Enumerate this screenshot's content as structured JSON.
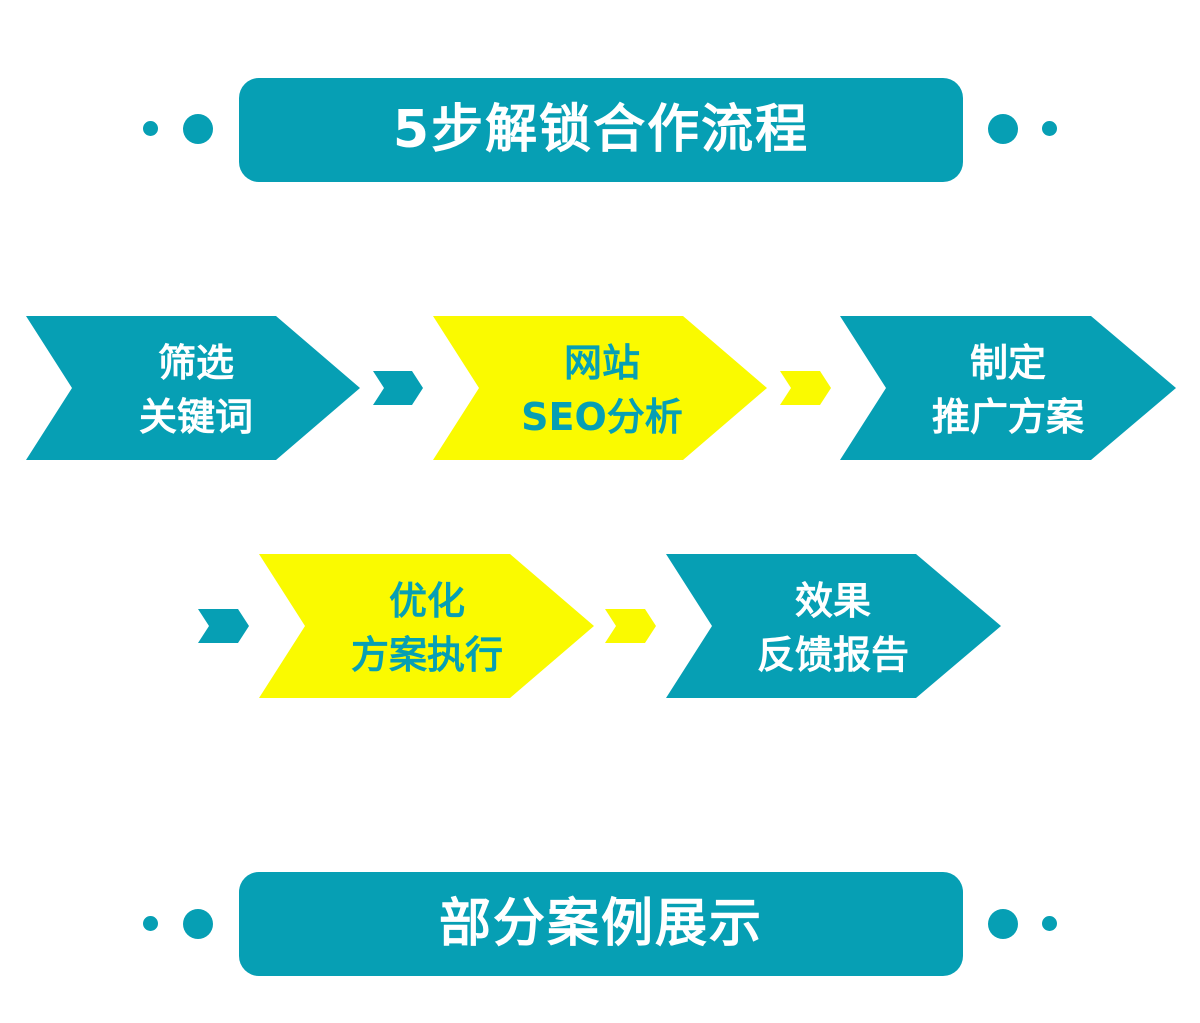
{
  "header": {
    "title": "5步解锁合作流程"
  },
  "footer": {
    "title": "部分案例展示"
  },
  "colors": {
    "teal": "#069fb4",
    "yellow": "#fafa00",
    "white": "#ffffff"
  },
  "steps": [
    {
      "line1": "筛选",
      "line2": "关键词",
      "style": "teal"
    },
    {
      "line1": "网站",
      "line2": "SEO分析",
      "style": "yellow"
    },
    {
      "line1": "制定",
      "line2": "推广方案",
      "style": "teal"
    },
    {
      "line1": "优化",
      "line2": "方案执行",
      "style": "yellow"
    },
    {
      "line1": "效果",
      "line2": "反馈报告",
      "style": "teal"
    }
  ]
}
